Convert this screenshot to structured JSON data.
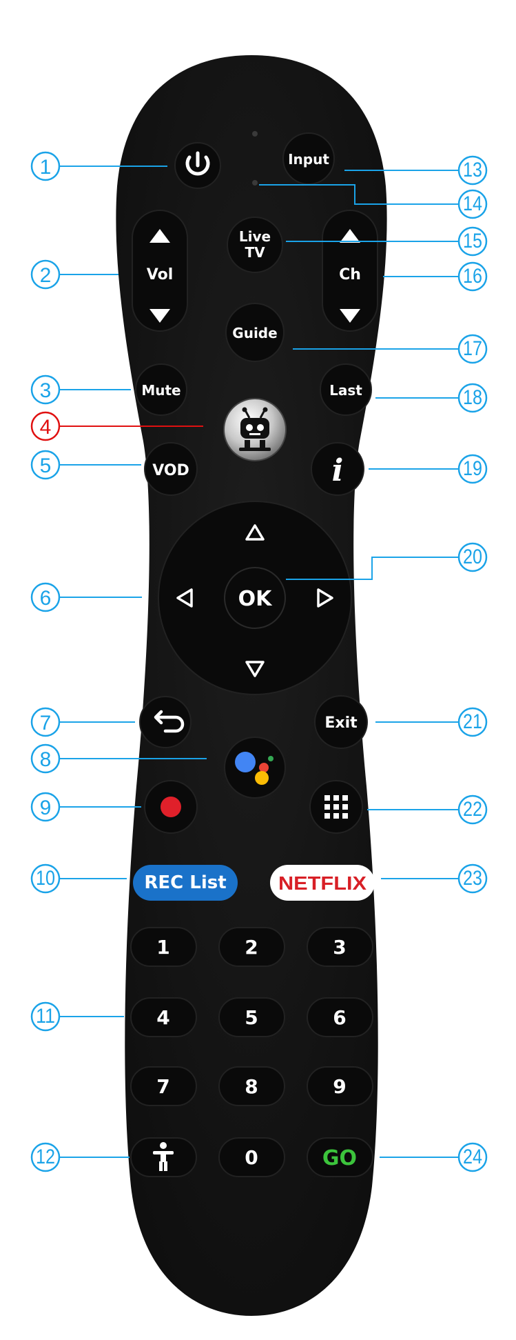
{
  "colors": {
    "callout": "#1aa3e8",
    "callout_highlight": "#e01010",
    "body": "#151515",
    "button": "#0a0a0a",
    "rec_list_bg": "#1a72c9",
    "netflix_text": "#d81f26",
    "go_text": "#3cc43c",
    "record_dot": "#e0202a"
  },
  "buttons": {
    "power": "power-icon",
    "input": "Input",
    "live_tv_line1": "Live",
    "live_tv_line2": "TV",
    "vol": "Vol",
    "ch": "Ch",
    "guide": "Guide",
    "mute": "Mute",
    "last": "Last",
    "tivo": "tivo-logo-icon",
    "vod": "VOD",
    "info": "i",
    "ok": "OK",
    "back": "back-arrow-icon",
    "exit": "Exit",
    "assistant": "google-assistant-icon",
    "record": "record-icon",
    "apps": "apps-grid-icon",
    "rec_list": "REC List",
    "netflix": "NETFLIX",
    "accessibility": "accessibility-icon",
    "go": "GO",
    "digits": [
      "1",
      "2",
      "3",
      "4",
      "5",
      "6",
      "7",
      "8",
      "9",
      "0"
    ]
  },
  "callouts": [
    {
      "num": "1"
    },
    {
      "num": "2"
    },
    {
      "num": "3"
    },
    {
      "num": "4",
      "highlight": true
    },
    {
      "num": "5"
    },
    {
      "num": "6"
    },
    {
      "num": "7"
    },
    {
      "num": "8"
    },
    {
      "num": "9"
    },
    {
      "num": "10"
    },
    {
      "num": "11"
    },
    {
      "num": "12"
    },
    {
      "num": "13"
    },
    {
      "num": "14"
    },
    {
      "num": "15"
    },
    {
      "num": "16"
    },
    {
      "num": "17"
    },
    {
      "num": "18"
    },
    {
      "num": "19"
    },
    {
      "num": "20"
    },
    {
      "num": "21"
    },
    {
      "num": "22"
    },
    {
      "num": "23"
    },
    {
      "num": "24"
    }
  ]
}
